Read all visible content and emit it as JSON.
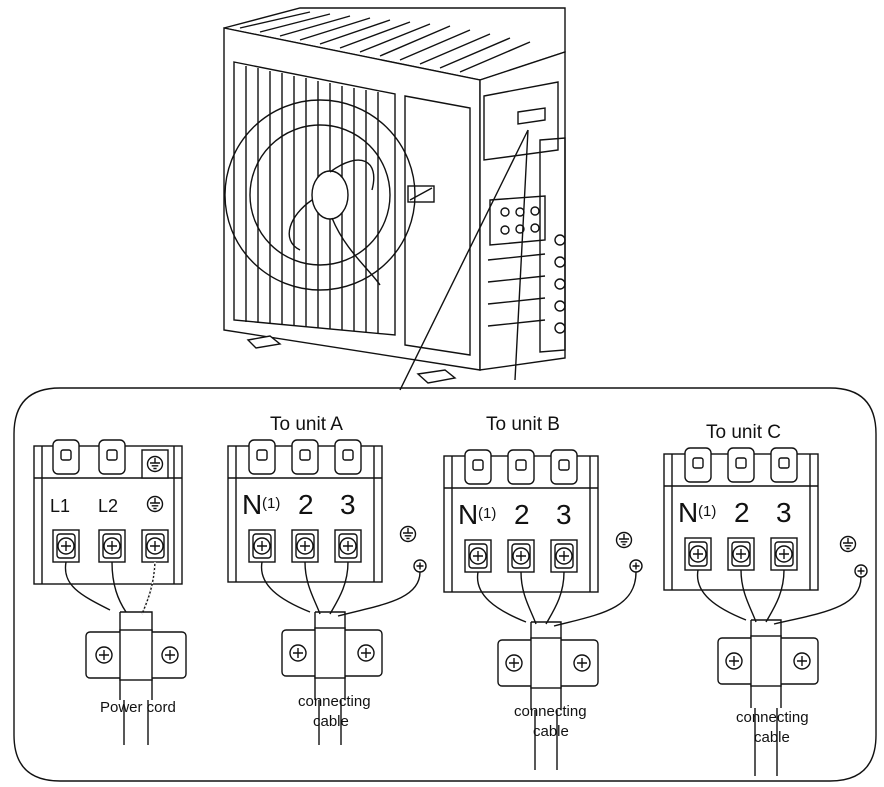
{
  "power_block": {
    "terminals": [
      "L1",
      "L2"
    ],
    "cable_label": "Power cord"
  },
  "unit_blocks": [
    {
      "title": "To unit A",
      "n_label": "N",
      "n_sup": "(1)",
      "t2": "2",
      "t3": "3",
      "cable_label_1": "connecting",
      "cable_label_2": "cable"
    },
    {
      "title": "To unit B",
      "n_label": "N",
      "n_sup": "(1)",
      "t2": "2",
      "t3": "3",
      "cable_label_1": "connecting",
      "cable_label_2": "cable"
    },
    {
      "title": "To unit C",
      "n_label": "N",
      "n_sup": "(1)",
      "t2": "2",
      "t3": "3",
      "cable_label_1": "connecting",
      "cable_label_2": "cable"
    }
  ],
  "icons": [
    "outdoor-unit-illustration",
    "ground-symbol-icon",
    "screw-icon",
    "cable-clamp-icon"
  ]
}
